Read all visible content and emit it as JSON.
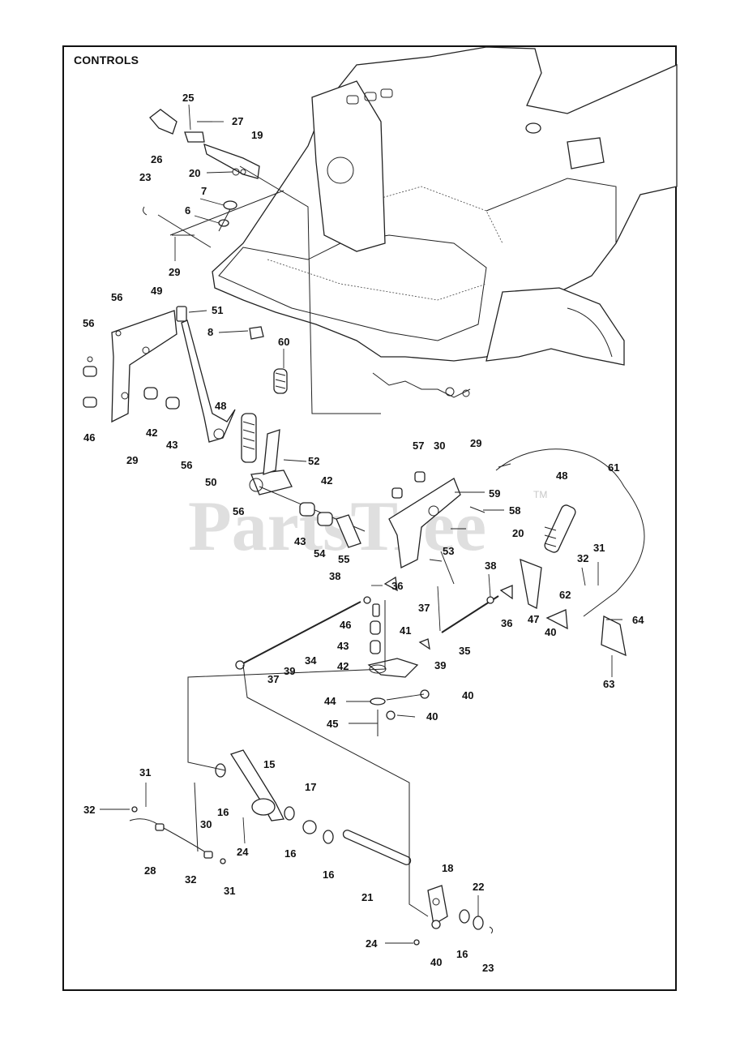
{
  "title": "CONTROLS",
  "watermark": {
    "text": "PartsTree",
    "trademark": "TM"
  },
  "callouts": {
    "c25": "25",
    "c27": "27",
    "c26": "26",
    "c19": "19",
    "c20a": "20",
    "c23a": "23",
    "c7": "7",
    "c6": "6",
    "c29a": "29",
    "c8": "8",
    "c51": "51",
    "c49": "49",
    "c56a": "56",
    "c56b": "56",
    "c60": "60",
    "c46a": "46",
    "c29b": "29",
    "c42a": "42",
    "c43a": "43",
    "c56c": "56",
    "c48a": "48",
    "c50": "50",
    "c52": "52",
    "c56d": "56",
    "c42b": "42",
    "c43b": "43",
    "c54": "54",
    "c55": "55",
    "c57": "57",
    "c30a": "30",
    "c29c": "29",
    "c59": "59",
    "c58": "58",
    "c53": "53",
    "c61": "61",
    "c48b": "48",
    "c20b": "20",
    "c31a": "31",
    "c32a": "32",
    "c38a": "38",
    "c36a": "36",
    "c38b": "38",
    "c36b": "36",
    "c62": "62",
    "c47": "47",
    "c40a": "40",
    "c64": "64",
    "c63": "63",
    "c46b": "46",
    "c37a": "37",
    "c43c": "43",
    "c41": "41",
    "c35": "35",
    "c34": "34",
    "c42c": "42",
    "c39a": "39",
    "c39b": "39",
    "c37b": "37",
    "c40b": "40",
    "c44": "44",
    "c40c": "40",
    "c45": "45",
    "c15": "15",
    "c31b": "31",
    "c17": "17",
    "c32b": "32",
    "c16a": "16",
    "c30b": "30",
    "c24a": "24",
    "c16b": "16",
    "c16c": "16",
    "c28": "28",
    "c32c": "32",
    "c31c": "31",
    "c21": "21",
    "c18": "18",
    "c22": "22",
    "c24b": "24",
    "c40d": "40",
    "c16d": "16",
    "c23b": "23"
  }
}
